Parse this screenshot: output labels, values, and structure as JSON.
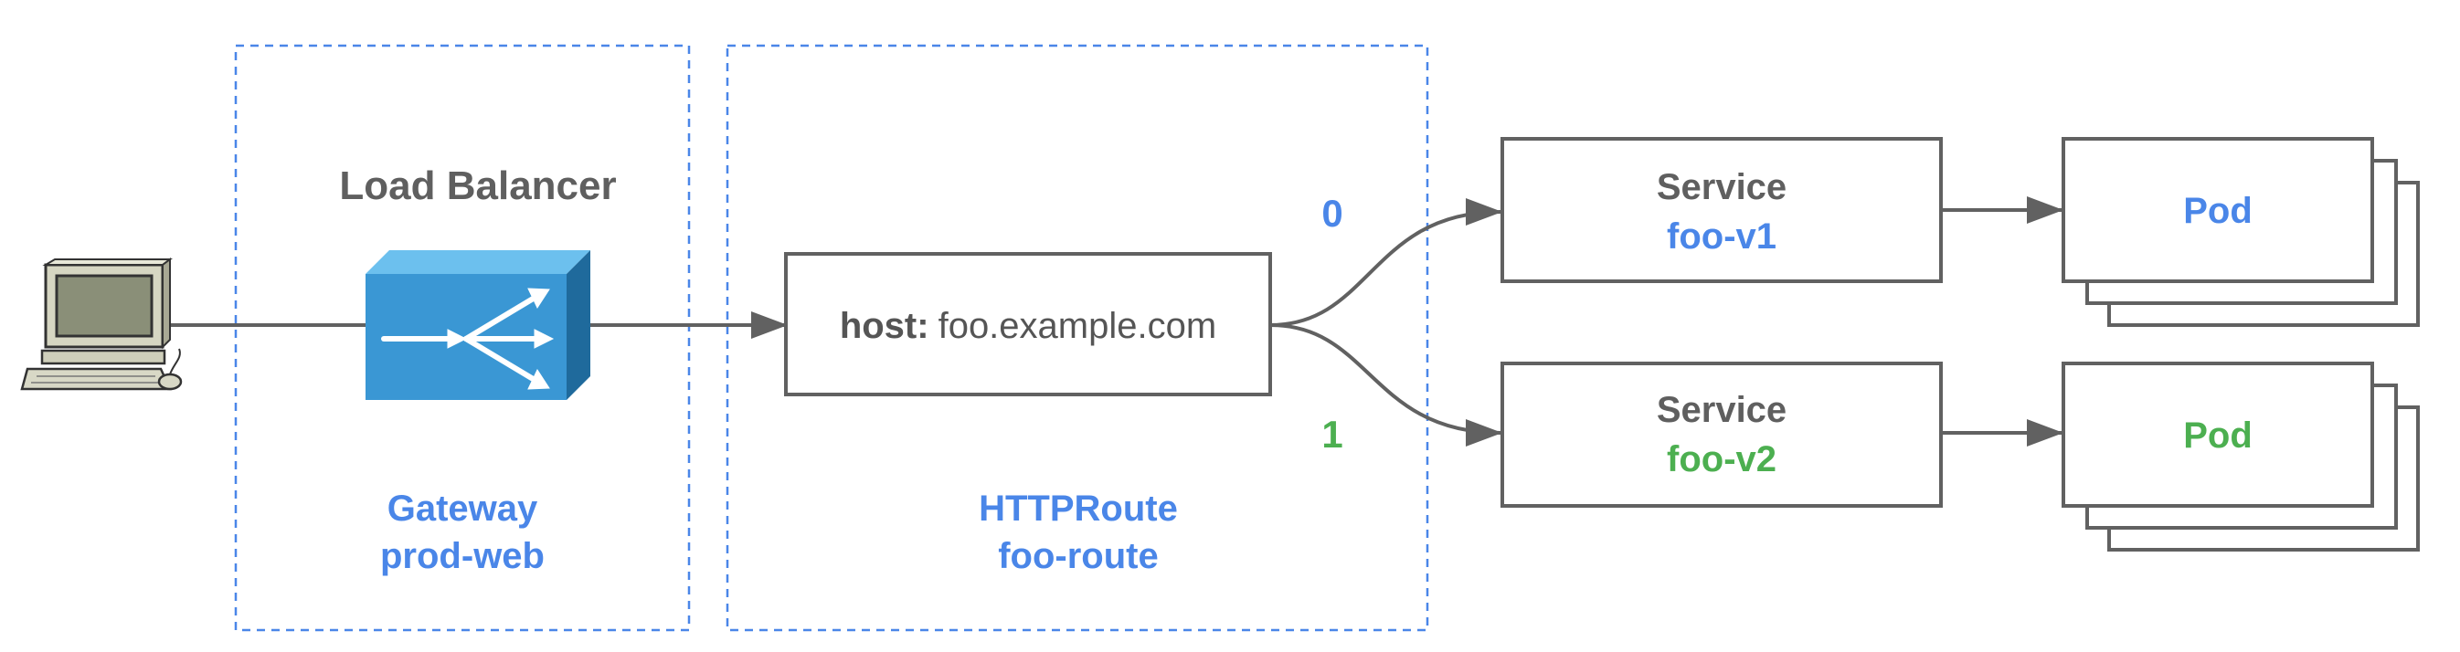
{
  "colors": {
    "line": "#616161",
    "blue": "#4a86e8",
    "green": "#4caf50",
    "grey_text": "#5f5f5f",
    "host_text": "#555555",
    "device_blue": "#3a97d4"
  },
  "client": {
    "icon": "desktop-computer-icon"
  },
  "gateway": {
    "title": "Load Balancer",
    "icon": "load-balancer-icon",
    "kind": "Gateway",
    "name": "prod-web"
  },
  "route": {
    "host_label": "host:",
    "host_value": "foo.example.com",
    "kind": "HTTPRoute",
    "name": "foo-route"
  },
  "backends": [
    {
      "weight": "0",
      "service_label": "Service",
      "service_name": "foo-v1",
      "pod_label": "Pod",
      "color": "#4a86e8"
    },
    {
      "weight": "1",
      "service_label": "Service",
      "service_name": "foo-v2",
      "pod_label": "Pod",
      "color": "#4caf50"
    }
  ]
}
